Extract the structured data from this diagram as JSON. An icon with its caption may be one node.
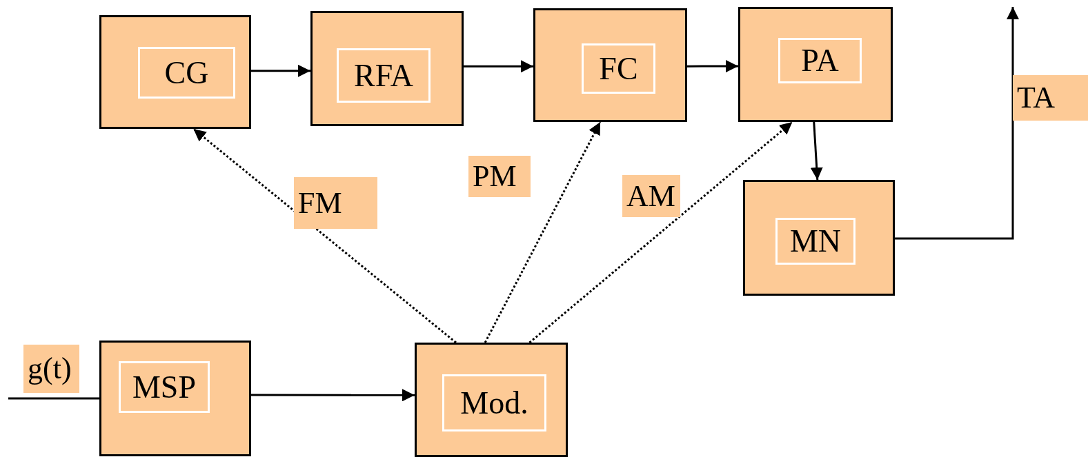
{
  "diagram": {
    "nodes": [
      {
        "text": [
          "CG"
        ]
      },
      {
        "text": [
          "RFA"
        ]
      },
      {
        "text": [
          "FC"
        ]
      },
      {
        "text": [
          "PA"
        ]
      },
      {
        "text": [
          "MN"
        ]
      },
      {
        "text": [
          "MSP"
        ]
      },
      {
        "text": [
          "Mod."
        ]
      }
    ],
    "edges": [
      {
        "from": 0,
        "to": 1,
        "arrow": "to"
      },
      {
        "from": 1,
        "to": 2,
        "arrow": "to"
      },
      {
        "from": 2,
        "to": 3,
        "arrow": "to"
      },
      {
        "from": 3,
        "to": 4,
        "arrow": "to"
      },
      {
        "from": 5,
        "to": 6,
        "arrow": "to"
      },
      {
        "from": 6,
        "to": 0,
        "arrow": "to",
        "style": "dashed",
        "label": "FM"
      },
      {
        "from": 6,
        "to": 2,
        "arrow": "to",
        "style": "dashed",
        "label": "PM"
      },
      {
        "from": 6,
        "to": 3,
        "arrow": "to",
        "style": "dashed",
        "label": "AM"
      },
      {
        "from": null,
        "to": 5,
        "arrow": "none",
        "label": "g(t)"
      },
      {
        "from": 4,
        "to": null,
        "arrow": "to",
        "label": "TA"
      }
    ]
  }
}
